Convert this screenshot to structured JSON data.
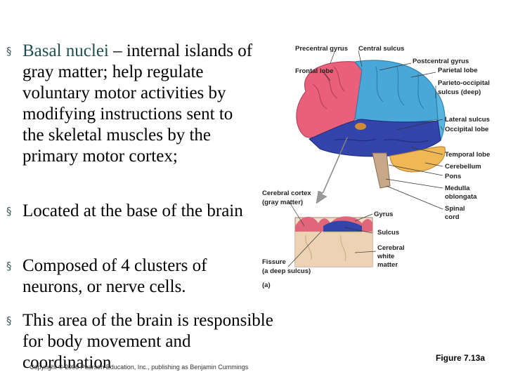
{
  "bullets": [
    {
      "term": "Basal nuclei",
      "text": " – internal islands of gray matter; help regulate voluntary motor activities by modifying instructions sent to the skeletal muscles by the primary motor cortex;"
    },
    {
      "text": "Located at the base of the brain"
    },
    {
      "text": "Composed of 4 clusters of neurons, or nerve cells."
    },
    {
      "text": "This area of the brain is responsible for body movement and coordination"
    }
  ],
  "figure": {
    "labels": {
      "precentral_gyrus": "Precentral gyrus",
      "central_sulcus": "Central sulcus",
      "frontal_lobe": "Frontal lobe",
      "postcentral_gyrus": "Postcentral gyrus",
      "parietal_lobe": "Parietal lobe",
      "parieto_occipital": "Parieto-occipital",
      "sulcus_deep": "sulcus (deep)",
      "lateral_sulcus": "Lateral sulcus",
      "occipital_lobe": "Occipital lobe",
      "temporal_lobe": "Temporal lobe",
      "cerebellum": "Cerebellum",
      "pons": "Pons",
      "medulla": "Medulla",
      "oblongata": "oblongata",
      "spinal": "Spinal",
      "cord": "cord",
      "cerebral_cortex": "Cerebral cortex",
      "gray_matter": "(gray matter)",
      "gyrus": "Gyrus",
      "sulcus": "Sulcus",
      "cerebral": "Cerebral",
      "white": "white",
      "matter": "matter",
      "fissure": "Fissure",
      "deep_sulcus": "(a deep sulcus)",
      "panel": "(a)"
    },
    "caption": "Figure 7.13a"
  },
  "copyright": "Copyright © 2006 Pearson Education, Inc., publishing as Benjamin Cummings",
  "colors": {
    "frontal": "#e8607a",
    "parietal": "#4aa8d8",
    "temporal": "#3344aa",
    "occipital": "#4aa8d8",
    "cerebellum": "#f0b855",
    "stem": "#c9a88a"
  }
}
